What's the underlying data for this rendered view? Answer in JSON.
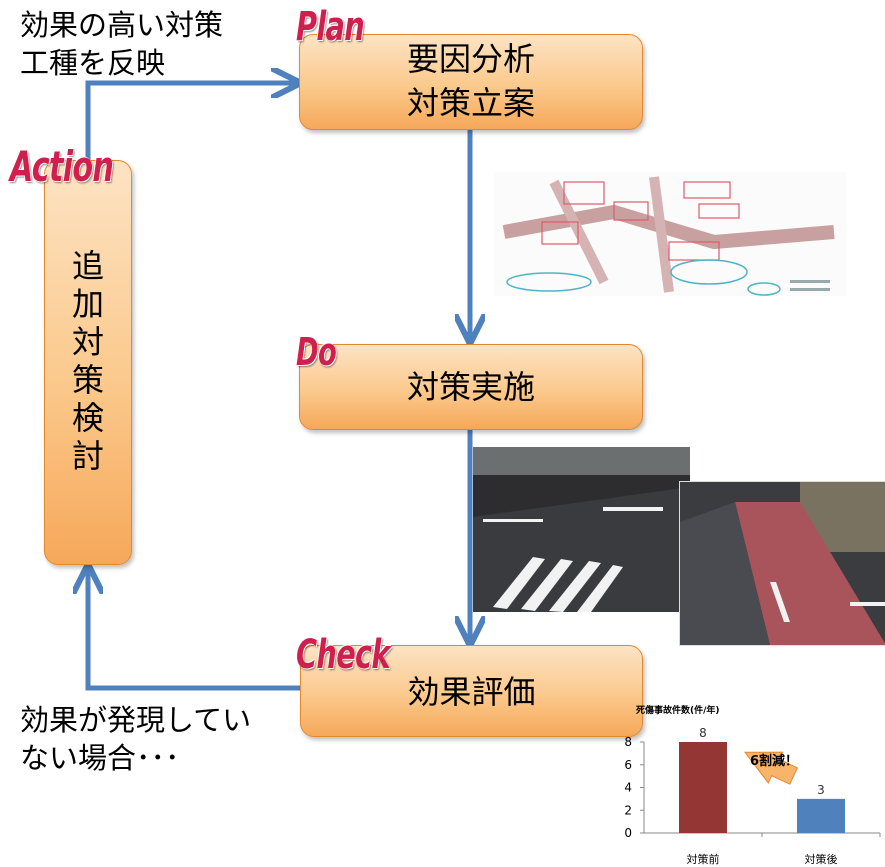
{
  "stages": {
    "plan": {
      "tag": "Plan",
      "line1": "要因分析",
      "line2": "対策立案"
    },
    "do": {
      "tag": "Do",
      "line1": "対策実施"
    },
    "check": {
      "tag": "Check",
      "line1": "効果評価"
    },
    "action": {
      "tag": "Action",
      "text": "追加対策検討"
    }
  },
  "notes": {
    "top_line1": "効果の高い対策",
    "top_line2": "工種を反映",
    "bottom_line1": "効果が発現してい",
    "bottom_line2": "ない場合･･･"
  },
  "colors": {
    "arrow": "#4f81bd",
    "box_border": "#e08a2e",
    "tag": "#cf1f4d",
    "bar_before": "#943634",
    "bar_after": "#4f81bd"
  },
  "chart_data": {
    "type": "bar",
    "title": "死傷事故件数(件/年)",
    "categories": [
      "対策前",
      "対策後"
    ],
    "values": [
      8,
      3
    ],
    "ylim": [
      0,
      8
    ],
    "yticks": [
      0,
      2,
      4,
      6,
      8
    ],
    "annotation": "6割減！",
    "grid": false
  }
}
